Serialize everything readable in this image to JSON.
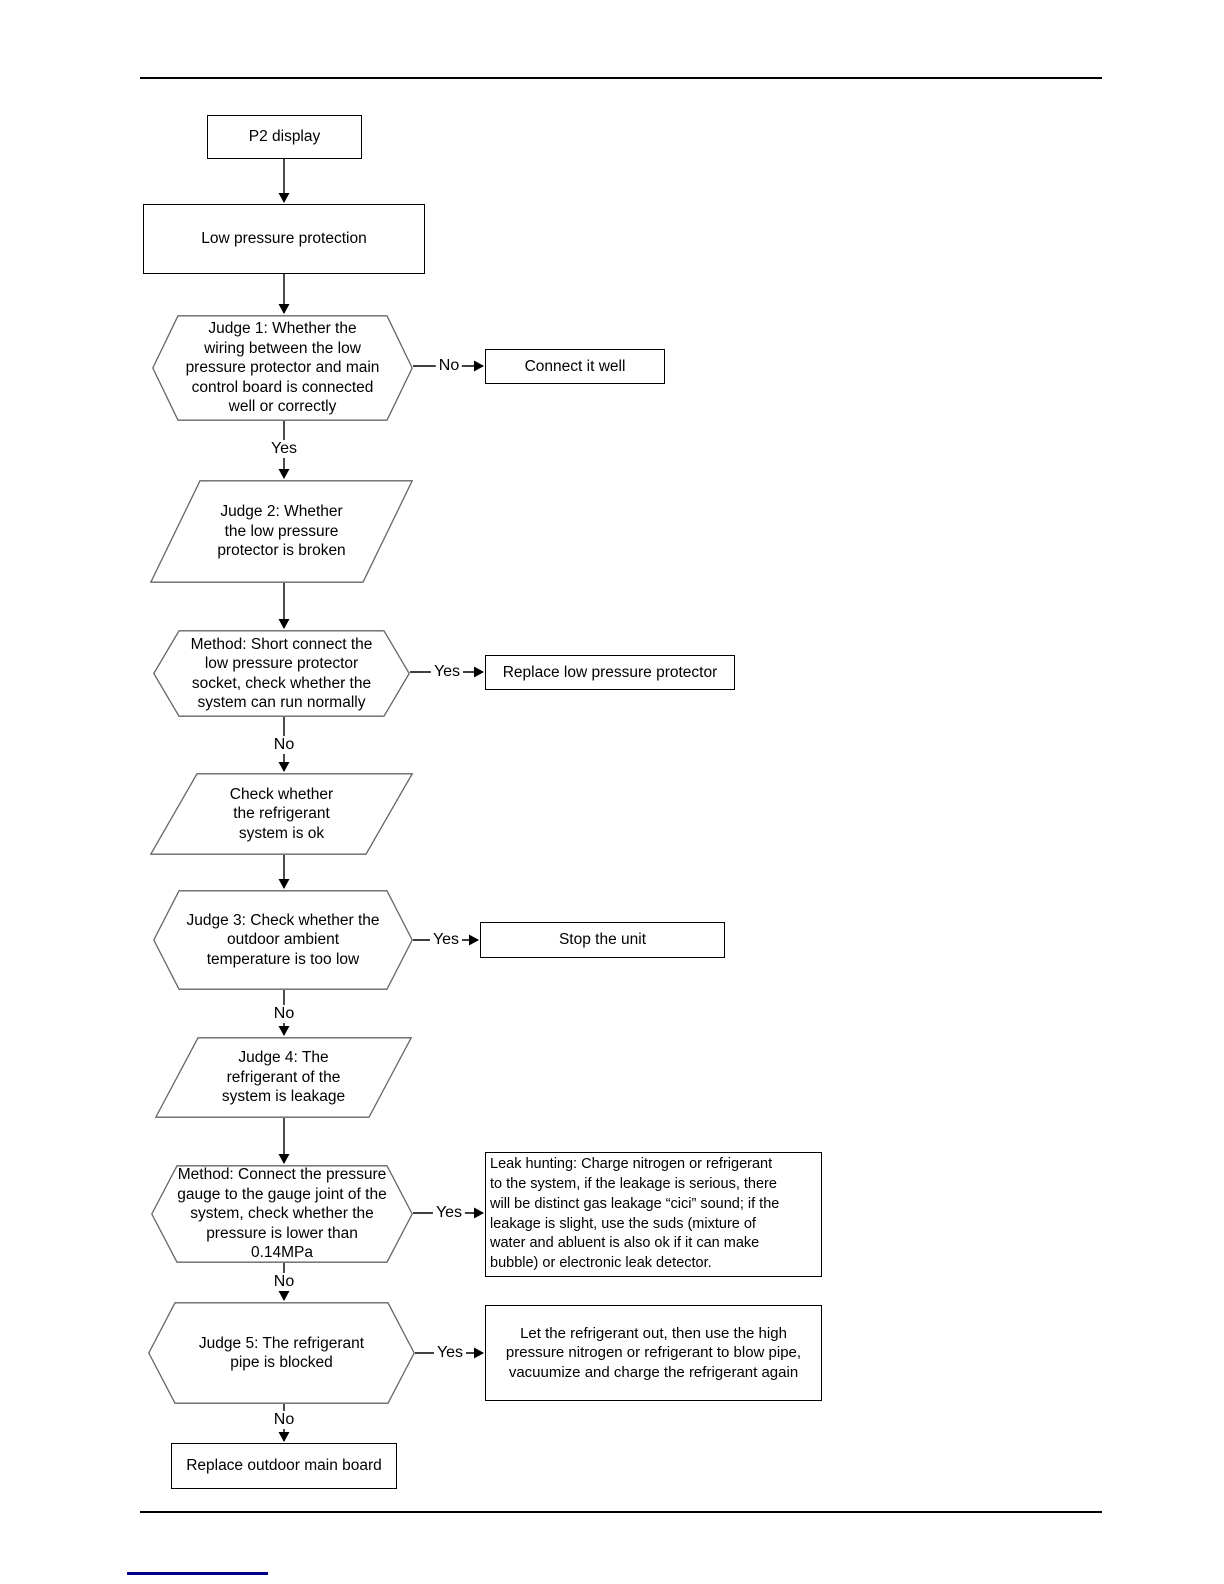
{
  "flowchart": {
    "nodes": {
      "p2_display": "P2 display",
      "low_pressure_protection": "Low pressure protection",
      "judge1": "Judge 1: Whether the\nwiring between the low\npressure protector and main\ncontrol board is connected\nwell or correctly",
      "connect_it_well": "Connect it well",
      "judge2": "Judge 2: Whether\nthe low pressure\nprotector is broken",
      "method1": "Method: Short connect the\nlow pressure protector\nsocket, check whether the\nsystem can run normally",
      "replace_low_pressure_protector": "Replace low pressure protector",
      "check_refrigerant": "Check whether\nthe refrigerant\nsystem is ok",
      "judge3": "Judge 3: Check whether the\noutdoor ambient\ntemperature is too low",
      "stop_the_unit": "Stop the unit",
      "judge4": "Judge 4: The\nrefrigerant of the\nsystem is leakage",
      "method2": "Method: Connect the pressure\ngauge to the gauge joint of the\nsystem, check whether the\npressure is lower than\n0.14MPa",
      "leak_hunting": "Leak hunting: Charge nitrogen or refrigerant\nto the system, if the leakage is serious, there\nwill be distinct gas leakage “cici” sound; if the\nleakage is slight, use the suds (mixture of\nwater and abluent is also ok if it can make\nbubble) or electronic leak detector.",
      "judge5": "Judge 5: The refrigerant\npipe is blocked",
      "let_refrigerant_out": "Let the refrigerant out, then use the high\npressure nitrogen or refrigerant to blow pipe,\nvacuumize and charge the refrigerant again",
      "replace_outdoor_main_board": "Replace outdoor main board"
    },
    "edges": {
      "judge1_no": "No",
      "judge1_yes": "Yes",
      "method1_yes": "Yes",
      "method1_no": "No",
      "judge3_yes": "Yes",
      "judge3_no": "No",
      "method2_yes": "Yes",
      "method2_no": "No",
      "judge5_yes": "Yes",
      "judge5_no": "No"
    },
    "colors": {
      "line": "#000000",
      "rect_border": "#000000",
      "shape_border": "#666666",
      "footer_link": "#00008b"
    }
  }
}
